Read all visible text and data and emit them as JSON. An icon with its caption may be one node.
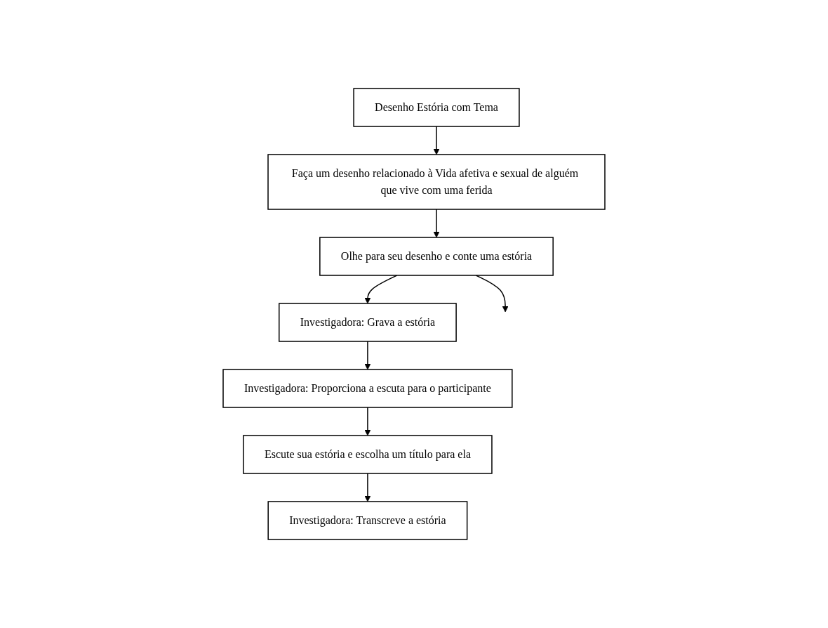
{
  "diagram": {
    "nodes": [
      {
        "text": [
          "Desenho Estória com Tema"
        ]
      },
      {
        "text": [
          "Faça um desenho relacionado à Vida afetiva e sexual de alguém que vive com uma ferida"
        ]
      },
      {
        "text": [
          "Olhe para seu desenho e conte uma estória"
        ]
      },
      {
        "text": [
          "Investigadora: Grava a estória"
        ]
      },
      {
        "text": [
          "Investigadora: Proporciona a escuta para o participante"
        ]
      },
      {
        "text": [
          "Escute sua estória e escolha um título para ela"
        ]
      },
      {
        "text": [
          "Investigadora: Transcreve a estória"
        ]
      }
    ],
    "edges": [
      {
        "from": 0,
        "to": 1,
        "arrow": "to"
      },
      {
        "from": 1,
        "to": 2,
        "arrow": "to"
      },
      {
        "from": 2,
        "to": 3,
        "arrow": "to"
      },
      {
        "from": 2,
        "to": null,
        "arrow": "to"
      },
      {
        "from": 3,
        "to": 4,
        "arrow": "to"
      },
      {
        "from": 4,
        "to": 5,
        "arrow": "to"
      },
      {
        "from": 5,
        "to": 6,
        "arrow": "to"
      }
    ]
  }
}
